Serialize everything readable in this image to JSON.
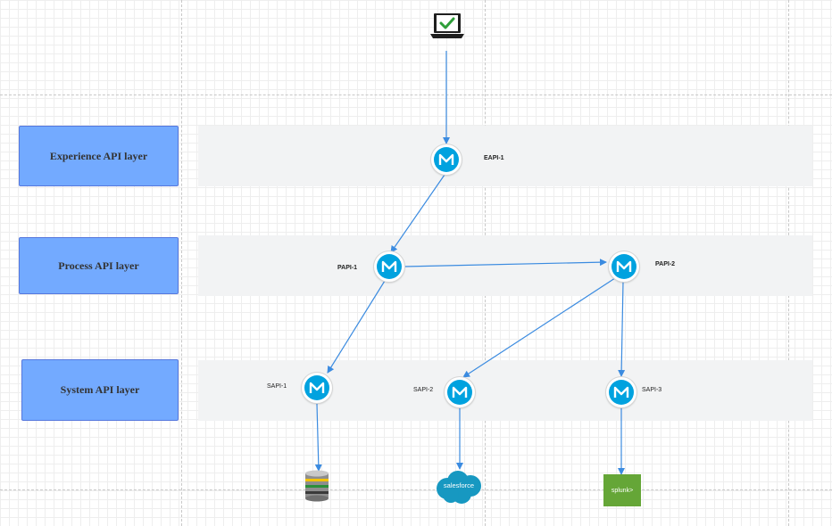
{
  "layers": {
    "experience": "Experience API layer",
    "process": "Process API layer",
    "system": "System API layer"
  },
  "nodes": {
    "eapi1": "EAPI-1",
    "papi1": "PAPI-1",
    "papi2": "PAPI-2",
    "sapi1": "SAPI-1",
    "sapi2": "SAPI-2",
    "sapi3": "SAPI-3"
  },
  "targets": {
    "salesforce": "salesforce",
    "splunk": "splunk>"
  },
  "icons": {
    "client": "laptop-check-icon",
    "api": "mulesoft-icon",
    "database": "database-icon",
    "salesforce": "salesforce-cloud-icon",
    "splunk": "splunk-icon"
  },
  "colors": {
    "layer_box": "#73aaff",
    "band": "#f2f3f4",
    "mule": "#00a2df",
    "arrow": "#3b8be0",
    "salesforce": "#1798c1",
    "splunk": "#65a637"
  }
}
